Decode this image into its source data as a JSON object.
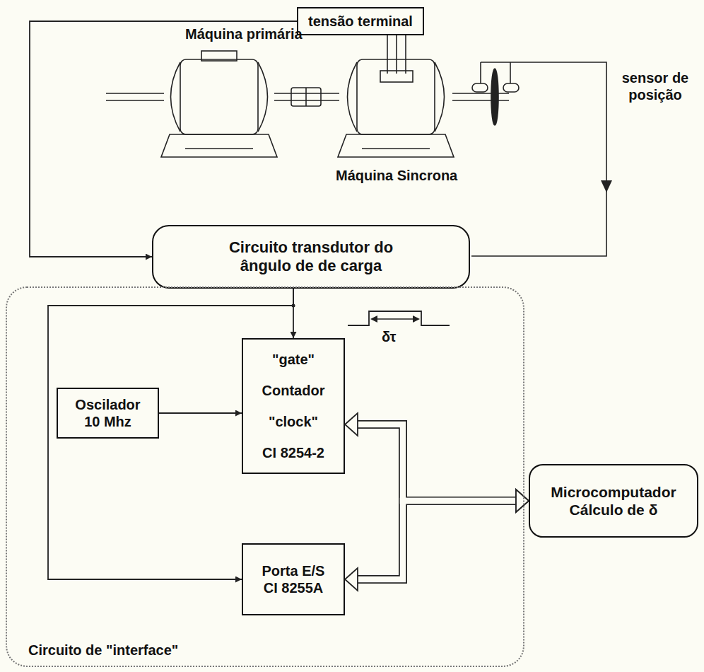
{
  "diagram": {
    "nodes": [
      {
        "text": [
          "tensão terminal"
        ]
      },
      {
        "text": [
          "Circuito transdutor do ângulo de de carga"
        ]
      },
      {
        "text": [
          "Circuito de \"interface\""
        ]
      },
      {
        "text": [
          "\"gate\"",
          "Contador",
          "\"clock\"",
          "CI 8254-2"
        ],
        "in": 2
      },
      {
        "text": [
          "Oscilador 10 Mhz"
        ],
        "in": 2
      },
      {
        "text": [
          "Porta E/S",
          "CI 8255A"
        ],
        "in": 2
      },
      {
        "text": [
          "Microcomputador",
          "Cálculo de δ"
        ]
      }
    ],
    "edges": [
      {
        "from": 0,
        "to": 1,
        "arrow": "to"
      },
      {
        "from": 1,
        "to": 3,
        "arrow": "to"
      },
      {
        "from": 1,
        "to": 5,
        "arrow": "to"
      },
      {
        "from": 4,
        "to": 3,
        "arrow": "to"
      },
      {
        "from": 3,
        "to": 6,
        "arrow": "both"
      },
      {
        "from": 5,
        "to": 6,
        "arrow": "both"
      }
    ],
    "labels": [
      "Máquina primária",
      "Máquina Sincrona",
      "sensor de posição",
      "δτ"
    ]
  }
}
